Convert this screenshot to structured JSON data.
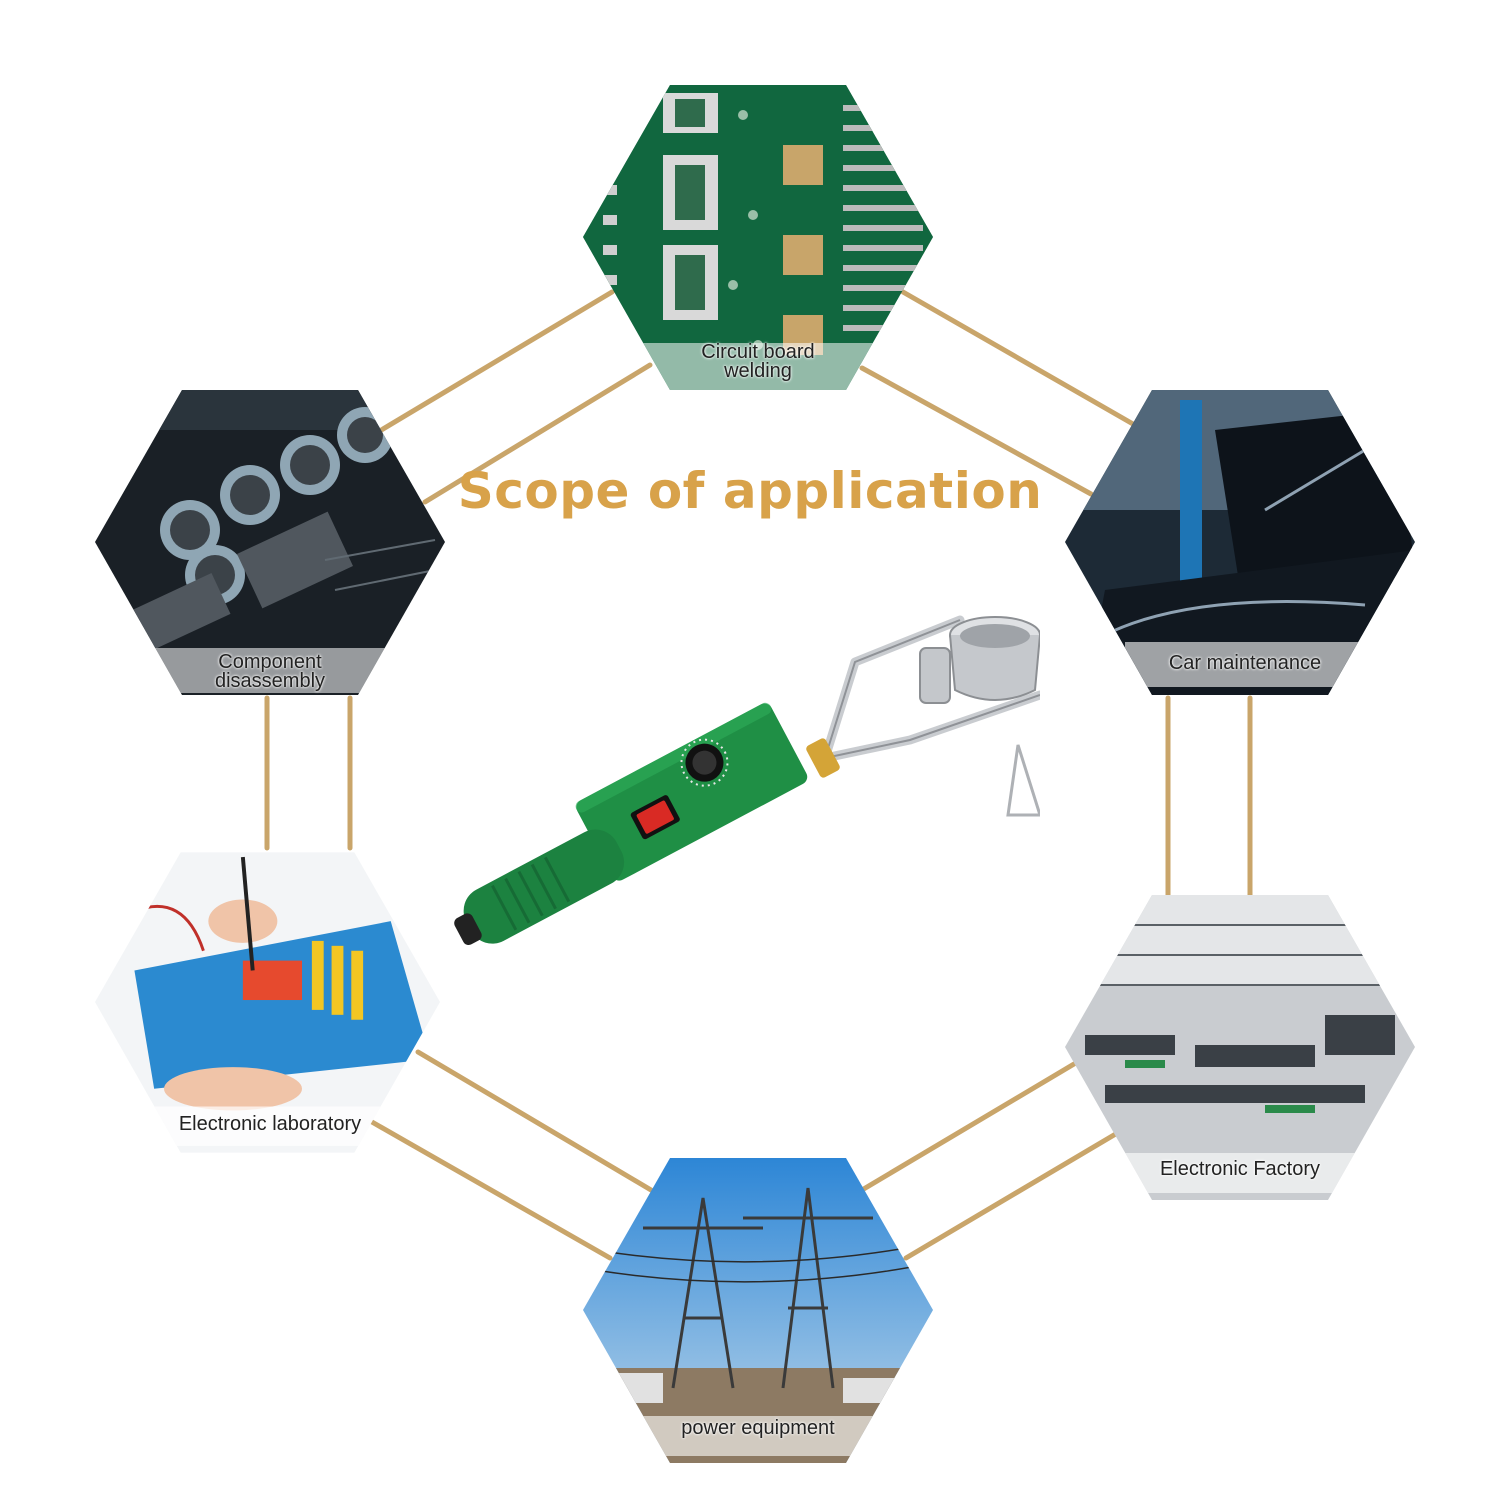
{
  "title": "Scope of application",
  "colors": {
    "title": "#d8a24a",
    "connector": "#c9a56a",
    "tool_green": "#1f8f45",
    "switch_red": "#d92a24"
  },
  "applications": [
    {
      "id": "circuit-board-welding",
      "label": "Circuit board\nwelding",
      "theme": "pcb"
    },
    {
      "id": "car-maintenance",
      "label": "Car maintenance",
      "theme": "car"
    },
    {
      "id": "electronic-factory",
      "label": "Electronic Factory",
      "theme": "factory"
    },
    {
      "id": "power-equipment",
      "label": "power equipment",
      "theme": "power"
    },
    {
      "id": "electronic-laboratory",
      "label": "Electronic laboratory",
      "theme": "lab"
    },
    {
      "id": "component-disassembly",
      "label": "Component\ndisassembly",
      "theme": "components"
    }
  ],
  "product": {
    "icon": "solder-pot-tool-icon"
  }
}
